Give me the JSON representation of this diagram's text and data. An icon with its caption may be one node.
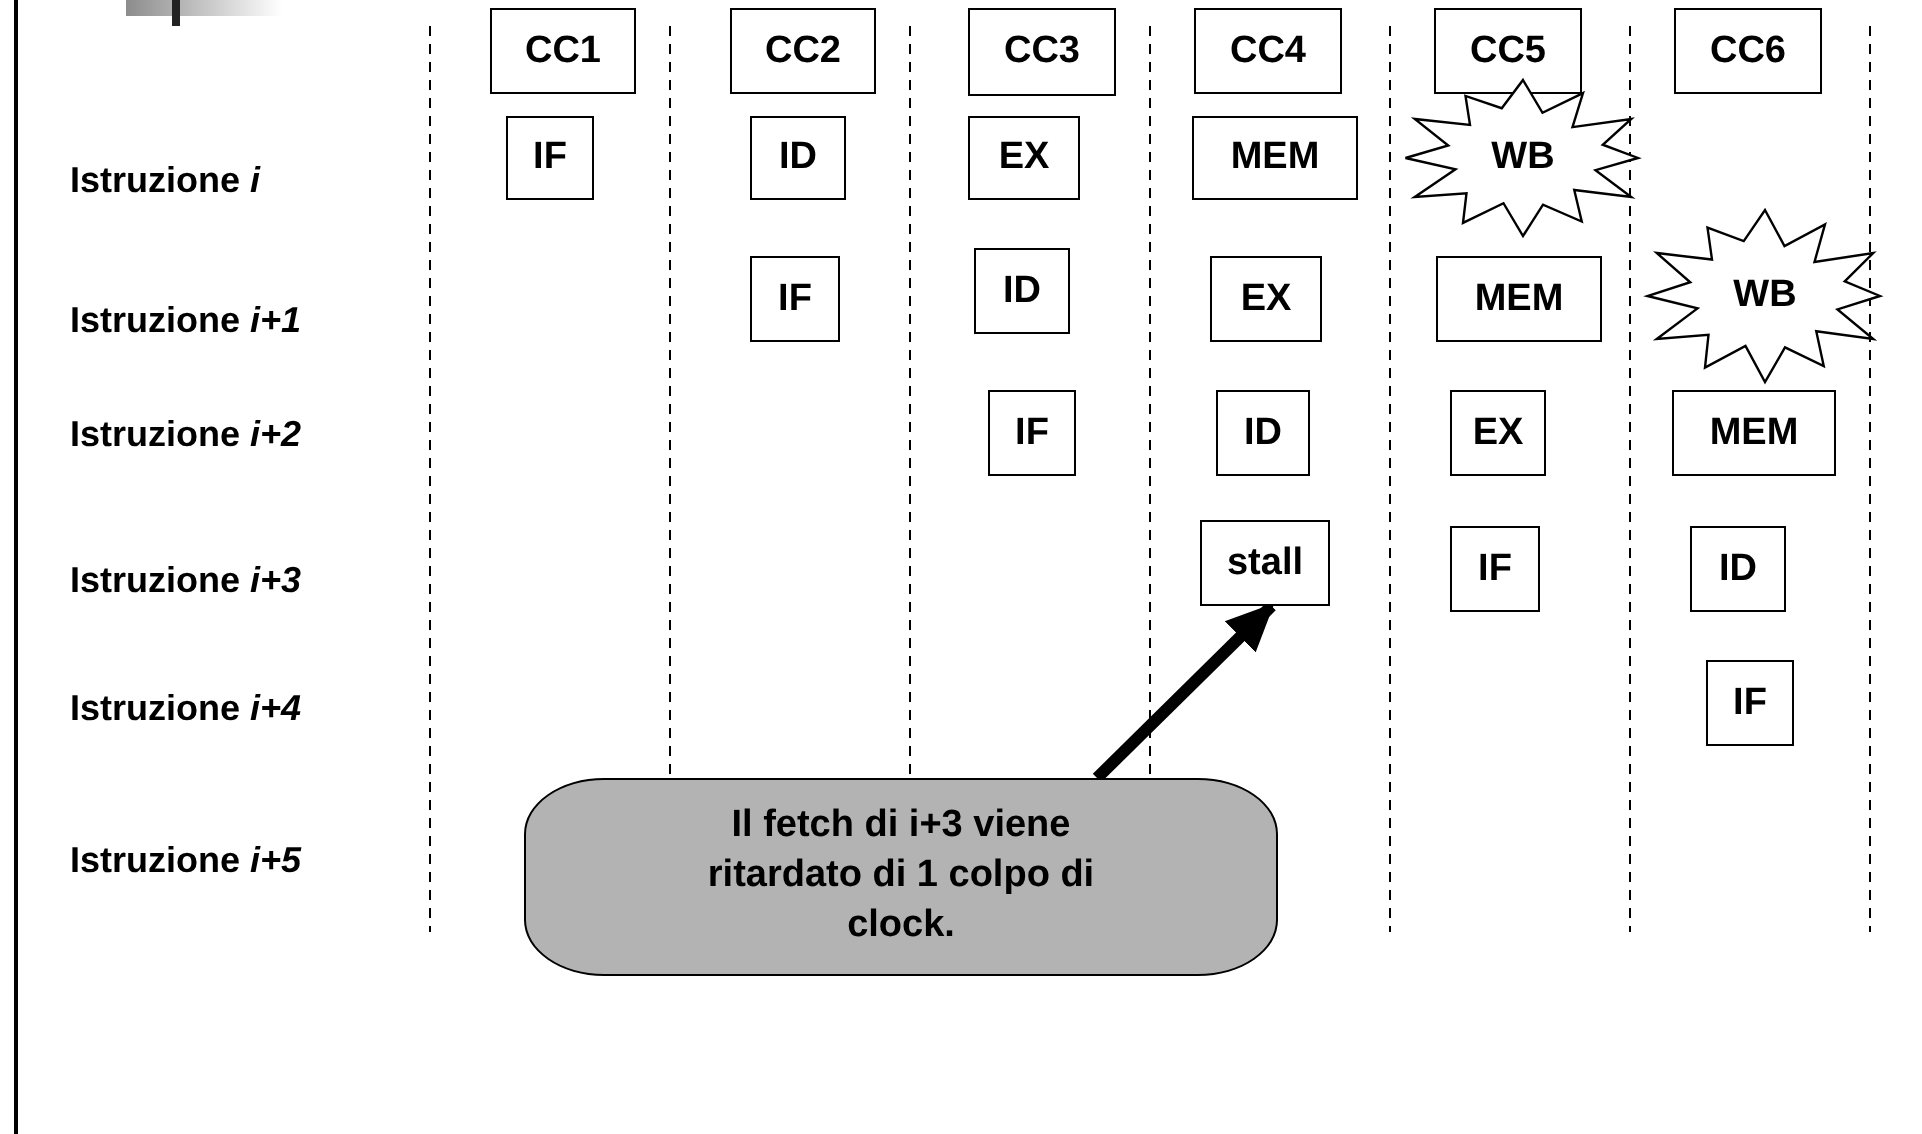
{
  "diagram": {
    "nodes": [
      {
        "text": [
          "CC1"
        ]
      },
      {
        "text": [
          "CC2"
        ]
      },
      {
        "text": [
          "CC3"
        ]
      },
      {
        "text": [
          "CC4"
        ]
      },
      {
        "text": [
          "CC5"
        ]
      },
      {
        "text": [
          "CC6"
        ]
      },
      {
        "text": [
          "IF"
        ]
      },
      {
        "text": [
          "ID"
        ]
      },
      {
        "text": [
          "EX"
        ]
      },
      {
        "text": [
          "MEM"
        ]
      },
      {
        "text": [
          "WB"
        ]
      },
      {
        "text": [
          "IF"
        ]
      },
      {
        "text": [
          "ID"
        ]
      },
      {
        "text": [
          "EX"
        ]
      },
      {
        "text": [
          "MEM"
        ]
      },
      {
        "text": [
          "WB"
        ]
      },
      {
        "text": [
          "IF"
        ]
      },
      {
        "text": [
          "ID"
        ]
      },
      {
        "text": [
          "EX"
        ]
      },
      {
        "text": [
          "MEM"
        ]
      },
      {
        "text": [
          "stall"
        ]
      },
      {
        "text": [
          "IF"
        ]
      },
      {
        "text": [
          "ID"
        ]
      },
      {
        "text": [
          "IF"
        ]
      },
      {
        "text": [
          "Il fetch di i+3 viene ritardato di 1 colpo di clock."
        ]
      }
    ],
    "edges": [
      {
        "from": 24,
        "to": 20,
        "arrow": "to"
      }
    ],
    "labels": [
      "Istruzione *i*",
      "Istruzione *i+1*",
      "Istruzione *i+2*",
      "Istruzione *i+3*",
      "Istruzione *i+4*",
      "Istruzione *i+5*"
    ]
  }
}
